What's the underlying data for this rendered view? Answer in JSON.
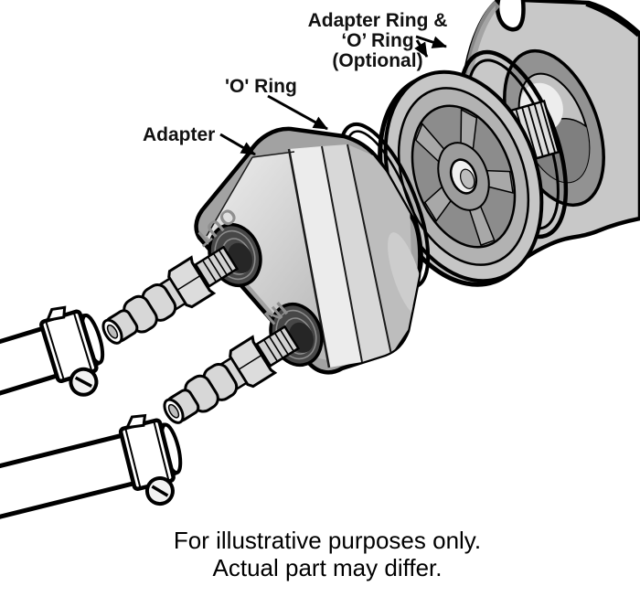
{
  "callouts": {
    "adapter_ring": {
      "line1": "Adapter Ring &",
      "line2": "‘O’ Ring",
      "line3": "(Optional)"
    },
    "o_ring": {
      "label": "'O' Ring"
    },
    "adapter": {
      "label": "Adapter"
    }
  },
  "engraving": {
    "out": "OUT",
    "in": "IN"
  },
  "disclaimer": {
    "line1": "For illustrative purposes only.",
    "line2": "Actual part may differ."
  },
  "colors": {
    "outline": "#000000",
    "engine_gray": "#c8c8c8",
    "adapter_base_gray": "#a2a2a2",
    "ring_rim_gray": "#c6c6c6",
    "ring_face_gray": "#8c8c8c",
    "mount_gray": "#929292",
    "fitting_gray": "#d7d7d7",
    "hose_white": "#ffffff",
    "engraving_gray": "#8f8f8f",
    "label_text": "#111111"
  }
}
